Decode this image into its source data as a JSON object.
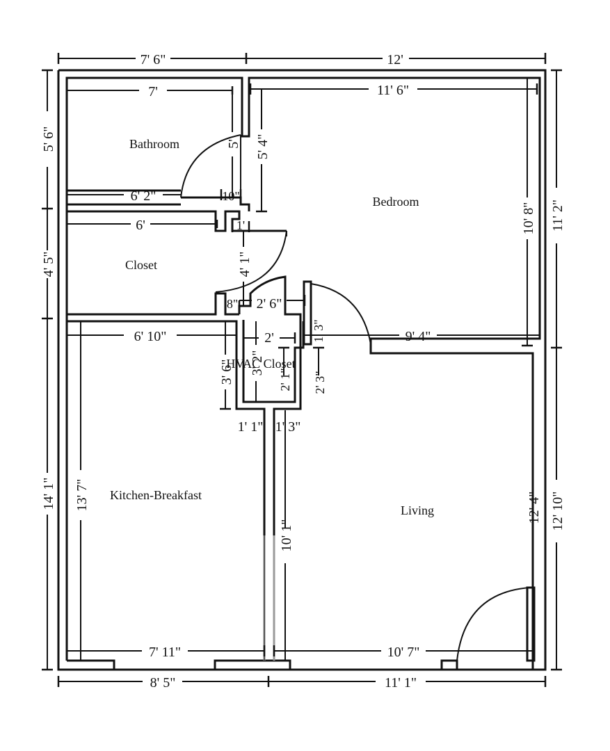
{
  "rooms": {
    "bathroom": "Bathroom",
    "bedroom": "Bedroom",
    "closet": "Closet",
    "hvac": "HVAC Closet",
    "kitchen": "Kitchen-Breakfast",
    "living": "Living"
  },
  "dims": {
    "top_left": "7' 6\"",
    "top_right": "12'",
    "left_upper": "5' 6\"",
    "left_middle": "4' 5\"",
    "left_lower": "14' 1\"",
    "right_upper": "11' 2\"",
    "right_lower": "12' 10\"",
    "bottom_left": "8' 5\"",
    "bottom_right": "11' 1\"",
    "bath_width": "7'",
    "bath_bottom": "6' 2\"",
    "bath_door": "5'",
    "bath_10": "10\"",
    "bed_width": "11' 6\"",
    "bed_left": "5' 4\"",
    "bed_height": "10' 8\"",
    "bed_bottom": "9' 4\"",
    "closet_width": "6'",
    "closet_1": "1'",
    "closet_depth": "4' 1\"",
    "hall_8": "8\"",
    "hall_26": "2' 6\"",
    "hvac_2": "2'",
    "hvac_13": "1' 3\"",
    "hvac_32": "3' 2\"",
    "hvac_21": "2' 1\"",
    "hvac_23": "2' 3\"",
    "hvac_36": "3' 6\"",
    "kitchen_width": "6' 10\"",
    "kitchen_height": "13' 7\"",
    "kitchen_bottom": "7' 11\"",
    "wall_11": "1' 1\"",
    "wall_13b": "1' 3\"",
    "wall_101": "10' 1\"",
    "living_height": "12' 4\"",
    "living_bottom": "10' 7\""
  }
}
